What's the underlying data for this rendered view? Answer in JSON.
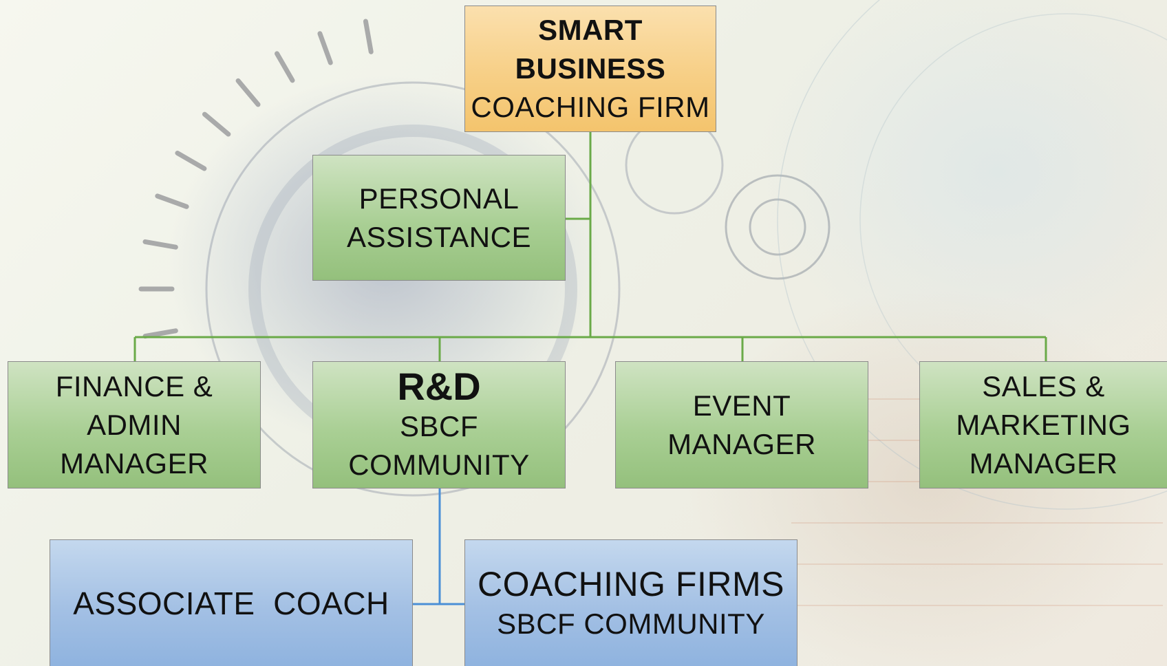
{
  "root": {
    "line1": "SMART",
    "line2": "BUSINESS",
    "line3": "COACHING FIRM"
  },
  "assistant": {
    "line1": "PERSONAL",
    "line2": "ASSISTANCE"
  },
  "departments": {
    "finance": {
      "line1": "FINANCE &",
      "line2": "ADMIN",
      "line3": "MANAGER"
    },
    "rnd": {
      "line1": "R&D",
      "line2": "SBCF",
      "line3": "COMMUNITY"
    },
    "event": {
      "line1": "EVENT",
      "line2": "MANAGER"
    },
    "sales": {
      "line1": "SALES &",
      "line2": "MARKETING",
      "line3": "MANAGER"
    }
  },
  "sub": {
    "associate": {
      "line1": "ASSOCIATE  COACH"
    },
    "firms": {
      "line1": "COACHING FIRMS",
      "line2": "SBCF COMMUNITY"
    }
  },
  "colors": {
    "root_fill": "#f7cf86",
    "dept_fill": "#a9cf94",
    "sub_fill": "#a3c0e4",
    "green_connector": "#6aaa48",
    "blue_connector": "#4a8fd6"
  }
}
